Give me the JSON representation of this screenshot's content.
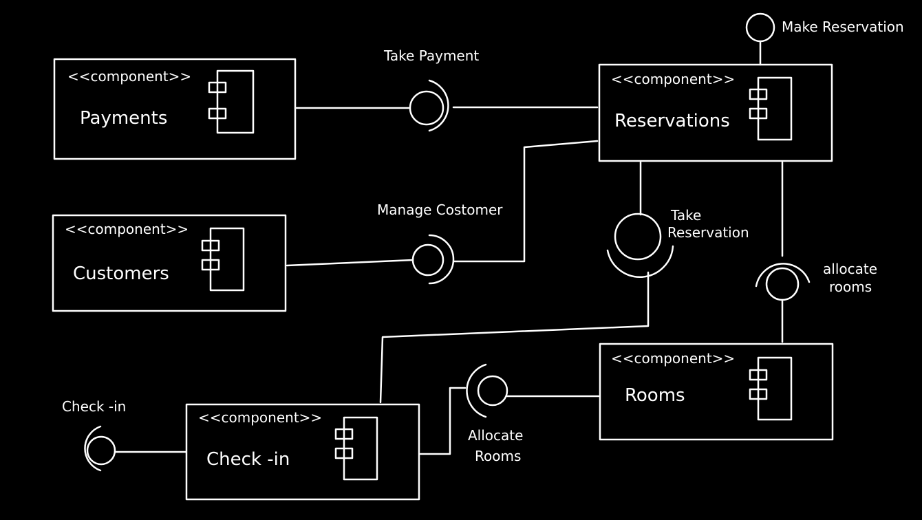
{
  "components": [
    {
      "id": "payments",
      "stereotype": "<<component>>",
      "name": "Payments"
    },
    {
      "id": "customers",
      "stereotype": "<<component>>",
      "name": "Customers"
    },
    {
      "id": "reservations",
      "stereotype": "<<component>>",
      "name": "Reservations"
    },
    {
      "id": "rooms",
      "stereotype": "<<component>>",
      "name": "Rooms"
    },
    {
      "id": "checkin",
      "stereotype": "<<component>>",
      "name": "Check -in"
    }
  ],
  "interfaces": {
    "make_reservation": "Make Reservation",
    "take_payment": "Take Payment",
    "manage_customer": "Manage Costomer",
    "take_reservation_1": "Take",
    "take_reservation_2": "Reservation",
    "allocate_rooms_right_1": "allocate",
    "allocate_rooms_right_2": "rooms",
    "allocate_rooms_left_1": "Allocate",
    "allocate_rooms_left_2": "Rooms",
    "checkin": "Check -in"
  }
}
